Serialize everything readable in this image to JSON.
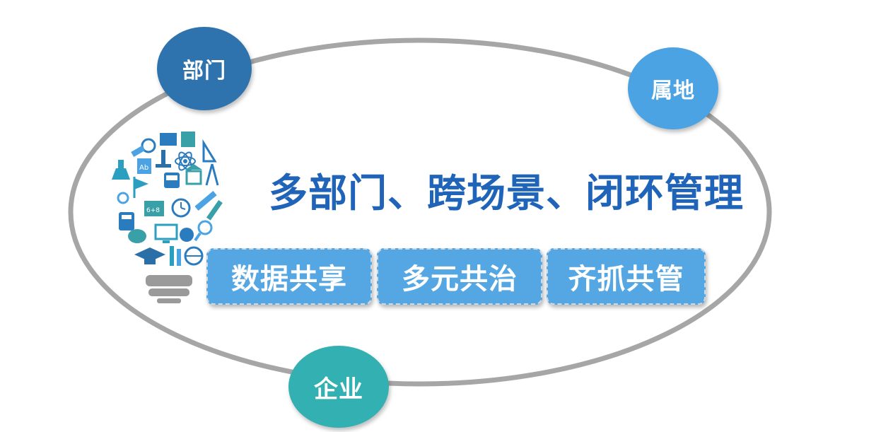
{
  "nodes": {
    "department": "部门",
    "locality": "属地",
    "enterprise": "企业"
  },
  "headline": "多部门、跨场景、闭环管理",
  "tags": [
    "数据共享",
    "多元共治",
    "齐抓共管"
  ],
  "colors": {
    "ring": "#a6a6a6",
    "department": "#2e73ad",
    "locality": "#4ba3e3",
    "enterprise": "#33b0b2",
    "headline": "#1f64b8",
    "tag": "#55a7e4"
  },
  "icons": [
    "lightbulb-icon",
    "education-icons-cluster"
  ]
}
